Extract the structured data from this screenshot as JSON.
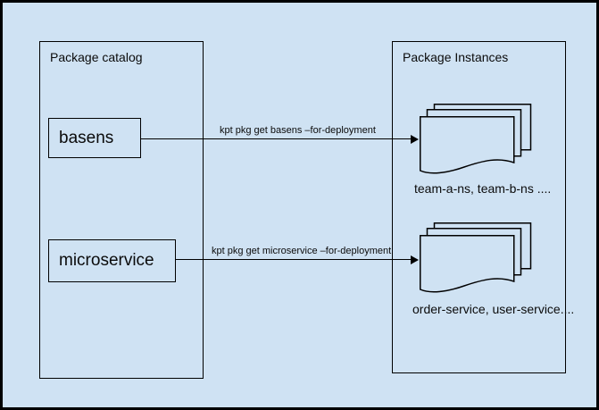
{
  "colors": {
    "background": "#cfe2f3",
    "outline": "#000000",
    "text": "#0b0b0b"
  },
  "catalog": {
    "title": "Package catalog",
    "packages": [
      {
        "label": "basens"
      },
      {
        "label": "microservice"
      }
    ]
  },
  "instances": {
    "title": "Package Instances",
    "stacks": [
      {
        "icon": "document-stack-icon",
        "caption": "team-a-ns, team-b-ns ...."
      },
      {
        "icon": "document-stack-icon",
        "caption": "order-service, user-service...."
      }
    ]
  },
  "arrows": [
    {
      "label": "kpt pkg get basens –for-deployment"
    },
    {
      "label": "kpt pkg get microservice –for-deployment"
    }
  ]
}
